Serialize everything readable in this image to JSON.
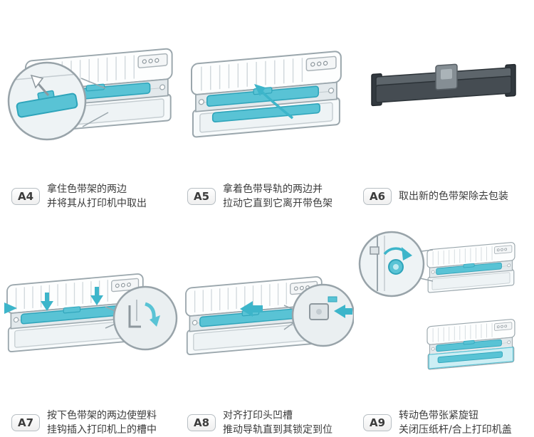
{
  "colors": {
    "accent_teal": "#59c3d5",
    "accent_teal_dark": "#2ea4ba",
    "outline_gray": "#9aa6ac",
    "text": "#3c3c3c",
    "cartridge_dark": "#454c52"
  },
  "steps": [
    {
      "id": "A4",
      "lines": [
        "拿住色带架的两边",
        "并将其从打印机中取出"
      ]
    },
    {
      "id": "A5",
      "lines": [
        "拿着色带导轨的两边并",
        "拉动它直到它离开带色架"
      ]
    },
    {
      "id": "A6",
      "lines": [
        "取出新的色带架除去包装",
        ""
      ]
    },
    {
      "id": "A7",
      "lines": [
        "按下色带架的两边使塑料",
        "挂钩插入打印机上的槽中"
      ]
    },
    {
      "id": "A8",
      "lines": [
        "对齐打印头凹槽",
        "推动导轨直到其锁定到位"
      ]
    },
    {
      "id": "A9",
      "lines": [
        "转动色带张紧旋钮",
        "关闭压纸杆/合上打印机盖"
      ]
    }
  ]
}
